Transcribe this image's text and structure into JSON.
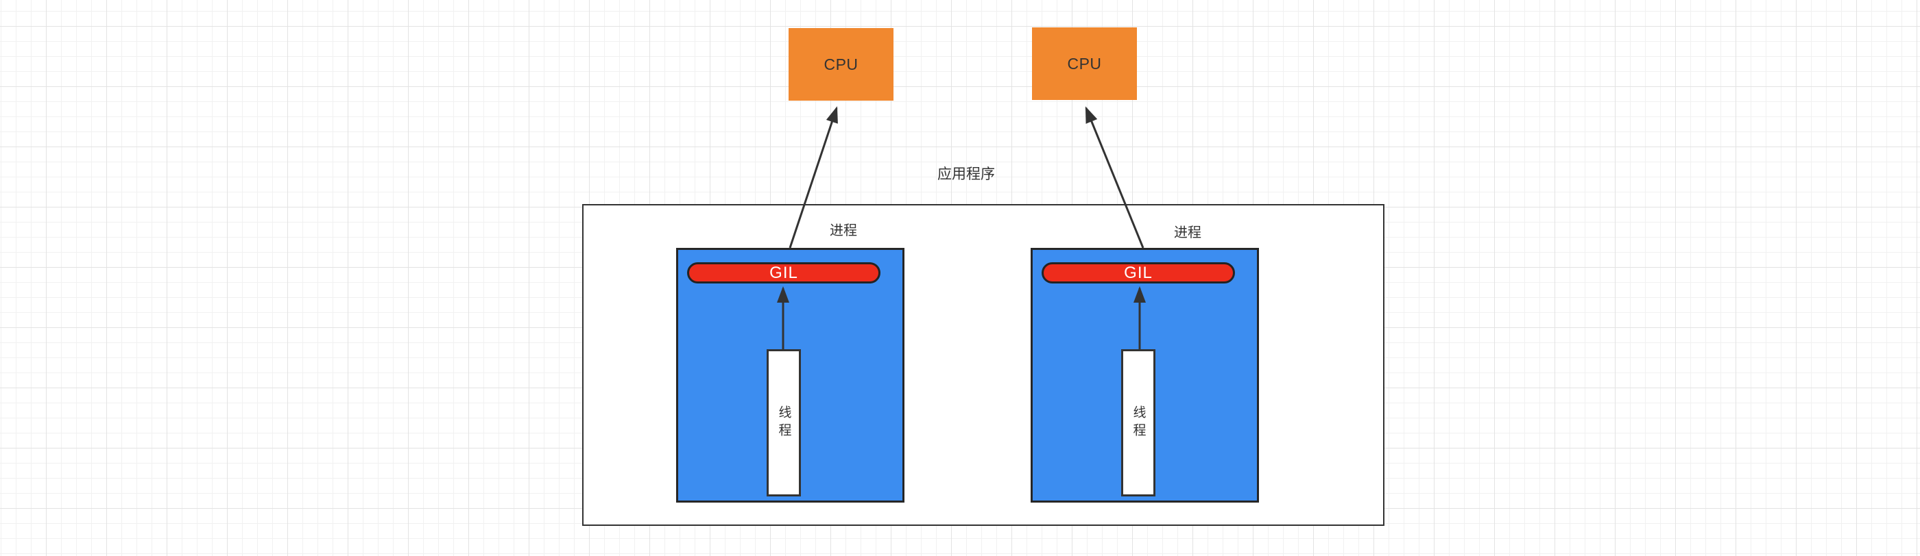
{
  "app": {
    "label": "应用程序"
  },
  "cpus": [
    {
      "label": "CPU"
    },
    {
      "label": "CPU"
    }
  ],
  "processes": [
    {
      "label": "进程",
      "gil": "GIL",
      "thread": "线程"
    },
    {
      "label": "进程",
      "gil": "GIL",
      "thread": "线程"
    }
  ],
  "colors": {
    "cpu_fill": "#f1882f",
    "process_fill": "#3c8df0",
    "gil_fill": "#ee2c1c",
    "gil_text": "#ffffff",
    "shape_border": "#262626",
    "app_border": "#333333",
    "app_fill": "#ffffff",
    "text": "#333333",
    "arrow": "#333333",
    "grid_minor": "#f1f1f1",
    "grid_major": "#e3e3e3",
    "canvas_bg": "#ffffff"
  }
}
